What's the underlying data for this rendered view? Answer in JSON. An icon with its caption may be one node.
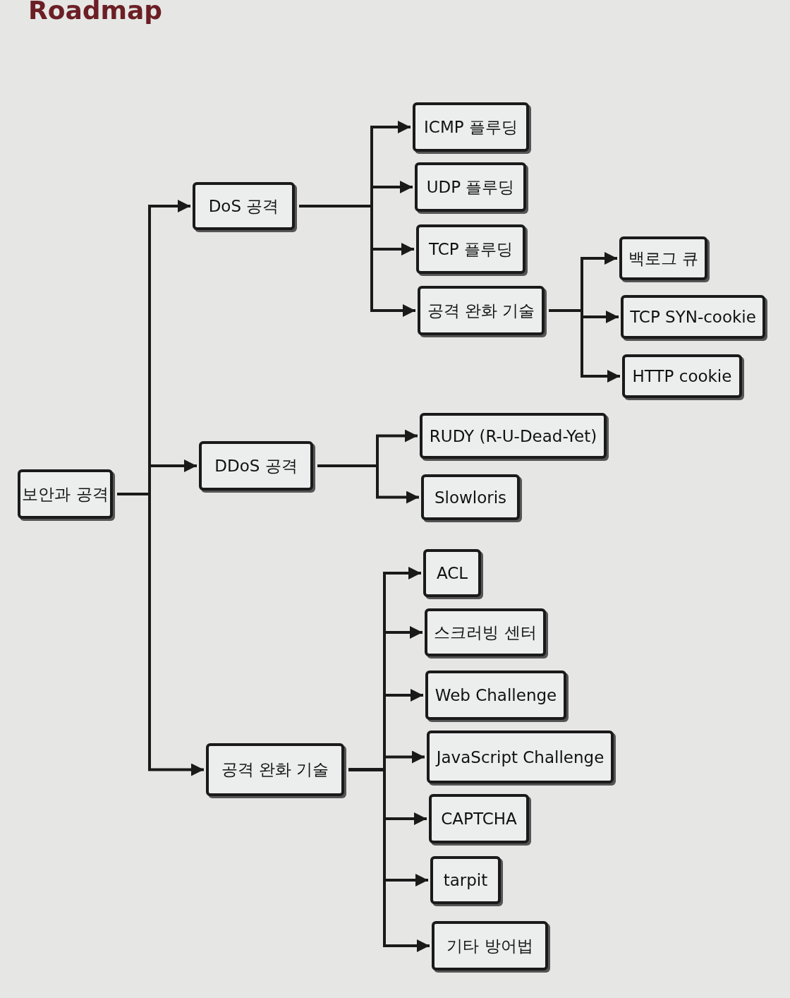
{
  "diagram": {
    "title": "Roadmap",
    "nodes": [
      {
        "text": [
          "보안과 공격"
        ]
      },
      {
        "text": [
          "DoS 공격"
        ]
      },
      {
        "text": [
          "ICMP 플루딩"
        ]
      },
      {
        "text": [
          "UDP 플루딩"
        ]
      },
      {
        "text": [
          "TCP 플루딩"
        ]
      },
      {
        "text": [
          "공격 완화 기술"
        ]
      },
      {
        "text": [
          "백로그 큐"
        ]
      },
      {
        "text": [
          "TCP SYN-cookie"
        ]
      },
      {
        "text": [
          "HTTP cookie"
        ]
      },
      {
        "text": [
          "DDoS 공격"
        ]
      },
      {
        "text": [
          "RUDY (R-U-Dead-Yet)"
        ]
      },
      {
        "text": [
          "Slowloris"
        ]
      },
      {
        "text": [
          "공격 완화 기술"
        ]
      },
      {
        "text": [
          "ACL"
        ]
      },
      {
        "text": [
          "스크러빙 센터"
        ]
      },
      {
        "text": [
          "Web Challenge"
        ]
      },
      {
        "text": [
          "JavaScript Challenge"
        ]
      },
      {
        "text": [
          "CAPTCHA"
        ]
      },
      {
        "text": [
          "tarpit"
        ]
      },
      {
        "text": [
          "기타 방어법"
        ]
      }
    ],
    "edges": [
      {
        "from": 0,
        "to": 1,
        "arrow": "to"
      },
      {
        "from": 0,
        "to": 9,
        "arrow": "to"
      },
      {
        "from": 0,
        "to": 12,
        "arrow": "to"
      },
      {
        "from": 1,
        "to": 2,
        "arrow": "to"
      },
      {
        "from": 1,
        "to": 3,
        "arrow": "to"
      },
      {
        "from": 1,
        "to": 4,
        "arrow": "to"
      },
      {
        "from": 1,
        "to": 5,
        "arrow": "to"
      },
      {
        "from": 5,
        "to": 6,
        "arrow": "to"
      },
      {
        "from": 5,
        "to": 7,
        "arrow": "to"
      },
      {
        "from": 5,
        "to": 8,
        "arrow": "to"
      },
      {
        "from": 9,
        "to": 10,
        "arrow": "to"
      },
      {
        "from": 9,
        "to": 11,
        "arrow": "to"
      },
      {
        "from": 12,
        "to": 13,
        "arrow": "to"
      },
      {
        "from": 12,
        "to": 14,
        "arrow": "to"
      },
      {
        "from": 12,
        "to": 15,
        "arrow": "to"
      },
      {
        "from": 12,
        "to": 16,
        "arrow": "to"
      },
      {
        "from": 12,
        "to": 17,
        "arrow": "to"
      },
      {
        "from": 12,
        "to": 18,
        "arrow": "to"
      },
      {
        "from": 12,
        "to": 19,
        "arrow": "to"
      }
    ]
  }
}
